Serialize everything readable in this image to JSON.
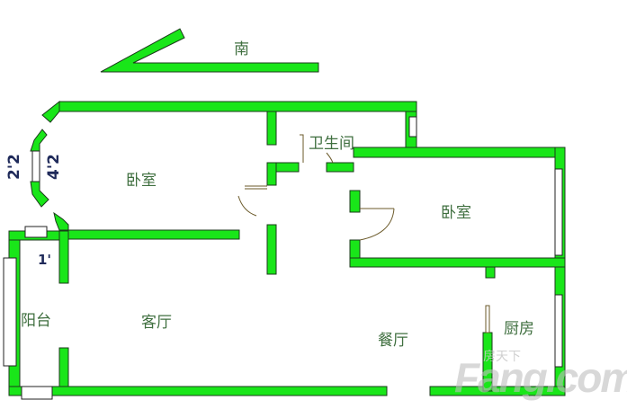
{
  "compass": {
    "label": "南",
    "direction": "south"
  },
  "rooms": [
    {
      "id": "bedroom-1",
      "label": "卧室"
    },
    {
      "id": "bathroom",
      "label": "卫生间"
    },
    {
      "id": "bedroom-2",
      "label": "卧室"
    },
    {
      "id": "balcony",
      "label": "阳台"
    },
    {
      "id": "living-room",
      "label": "客厅"
    },
    {
      "id": "dining-room",
      "label": "餐厅"
    },
    {
      "id": "kitchen",
      "label": "厨房"
    }
  ],
  "dimensions": {
    "bay_outer": "4'2",
    "bay_inner": "2'2",
    "balcony_door": "1'"
  },
  "watermark": {
    "text_cn": "房天下",
    "text_en": "Fang.com"
  },
  "colors": {
    "wall": "#19e619",
    "label": "#3f6f3f",
    "dimension": "#1f2a5a"
  }
}
